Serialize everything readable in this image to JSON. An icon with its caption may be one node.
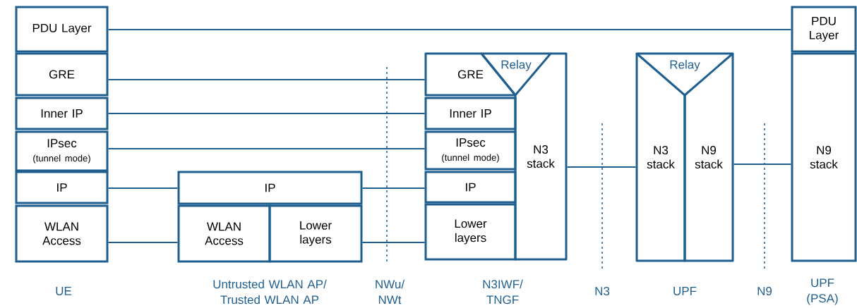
{
  "diagram": {
    "nodes": [
      {
        "text": [
          "PDU Layer"
        ]
      },
      {
        "text": [
          "GRE"
        ]
      },
      {
        "text": [
          "Inner IP"
        ]
      },
      {
        "text": [
          "IPsec",
          "(tunnel mode)"
        ]
      },
      {
        "text": [
          "IP"
        ]
      },
      {
        "text": [
          "WLAN Access"
        ]
      },
      {
        "text": [
          "IP"
        ]
      },
      {
        "text": [
          "WLAN Access"
        ]
      },
      {
        "text": [
          "Lower layers"
        ]
      },
      {
        "text": [
          "GRE"
        ]
      },
      {
        "text": [
          "Relay"
        ]
      },
      {
        "text": [
          "Inner IP"
        ]
      },
      {
        "text": [
          "IPsec",
          "(tunnel mode)"
        ]
      },
      {
        "text": [
          "IP"
        ]
      },
      {
        "text": [
          "Lower layers"
        ]
      },
      {
        "text": [
          "N3 stack"
        ]
      },
      {
        "text": [
          "Relay"
        ]
      },
      {
        "text": [
          "N3 stack"
        ]
      },
      {
        "text": [
          "N9 stack"
        ]
      },
      {
        "text": [
          "PDU Layer"
        ]
      },
      {
        "text": [
          "N9 stack"
        ]
      }
    ],
    "edges": [
      {
        "from": 0,
        "to": 19,
        "arrow": "none"
      },
      {
        "from": 1,
        "to": 9,
        "arrow": "none"
      },
      {
        "from": 2,
        "to": 11,
        "arrow": "none"
      },
      {
        "from": 3,
        "to": 12,
        "arrow": "none"
      },
      {
        "from": 4,
        "to": 6,
        "arrow": "none"
      },
      {
        "from": 5,
        "to": 7,
        "arrow": "none"
      },
      {
        "from": 6,
        "to": 13,
        "arrow": "none"
      },
      {
        "from": 8,
        "to": 14,
        "arrow": "none"
      },
      {
        "from": 15,
        "to": 17,
        "arrow": "none"
      },
      {
        "from": 18,
        "to": 20,
        "arrow": "none"
      }
    ],
    "labels": [
      "UE",
      "Untrusted WLAN AP/ Trusted WLAN AP",
      "NWu/ NWt",
      "N3IWF/ TNGF",
      "N3",
      "UPF",
      "N9",
      "UPF (PSA)"
    ]
  }
}
